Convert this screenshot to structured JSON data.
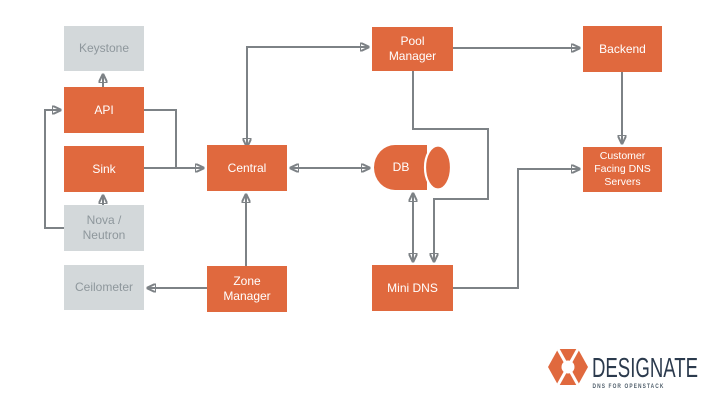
{
  "colors": {
    "orange": "#E0693E",
    "gray_fill": "#D3D8DA",
    "gray_text": "#8E979C",
    "edge": "#7D8286",
    "logo_navy": "#2B3A4D",
    "logo_tagline": "#4E5D6A",
    "background": "#FFFFFF"
  },
  "nodes": {
    "keystone": {
      "label": "Keystone",
      "type": "external-service"
    },
    "api": {
      "label": "API",
      "type": "designate-component"
    },
    "sink": {
      "label": "Sink",
      "type": "designate-component"
    },
    "nova_neutron": {
      "label": "Nova / Neutron",
      "type": "external-service"
    },
    "ceilometer": {
      "label": "Ceilometer",
      "type": "external-service"
    },
    "central": {
      "label": "Central",
      "type": "designate-component"
    },
    "zone_manager": {
      "label": "Zone Manager",
      "type": "designate-component"
    },
    "pool_manager": {
      "label": "Pool Manager",
      "type": "designate-component"
    },
    "db": {
      "label": "DB",
      "type": "database"
    },
    "mini_dns": {
      "label": "Mini DNS",
      "type": "designate-component"
    },
    "backend": {
      "label": "Backend",
      "type": "designate-component"
    },
    "customer_dns": {
      "label": "Customer Facing DNS Servers",
      "type": "designate-component"
    }
  },
  "edges": [
    {
      "from": "api",
      "to": "keystone",
      "direction": "one-way"
    },
    {
      "from": "nova_neutron",
      "to": "api",
      "direction": "one-way"
    },
    {
      "from": "api",
      "to": "central",
      "direction": "one-way"
    },
    {
      "from": "sink",
      "to": "central",
      "direction": "one-way"
    },
    {
      "from": "nova_neutron",
      "to": "sink",
      "direction": "one-way"
    },
    {
      "from": "zone_manager",
      "to": "ceilometer",
      "direction": "one-way"
    },
    {
      "from": "zone_manager",
      "to": "central",
      "direction": "one-way"
    },
    {
      "from": "central",
      "to": "pool_manager",
      "direction": "two-way"
    },
    {
      "from": "pool_manager",
      "to": "backend",
      "direction": "one-way"
    },
    {
      "from": "backend",
      "to": "customer_dns",
      "direction": "one-way"
    },
    {
      "from": "central",
      "to": "db",
      "direction": "two-way"
    },
    {
      "from": "db",
      "to": "mini_dns",
      "direction": "two-way"
    },
    {
      "from": "pool_manager",
      "to": "mini_dns",
      "direction": "one-way"
    },
    {
      "from": "mini_dns",
      "to": "customer_dns",
      "direction": "one-way"
    }
  ],
  "logo": {
    "name": "DESIGNATE",
    "tagline": "DNS FOR OPENSTACK"
  }
}
